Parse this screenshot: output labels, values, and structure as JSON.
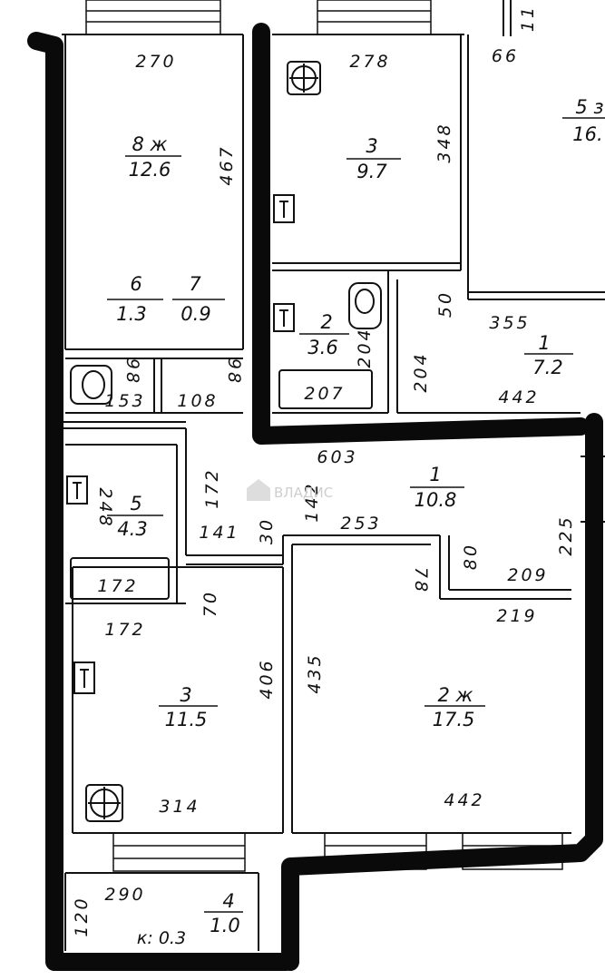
{
  "rooms": {
    "r8_number": "8 ж",
    "r8_area": "12.6",
    "r3_top_number": "3",
    "r3_top_area": "9.7",
    "r5_right_number": "5 з",
    "r5_right_area": "16.",
    "r6_number": "6",
    "r6_area": "1.3",
    "r7_number": "7",
    "r7_area": "0.9",
    "r2_wc_number": "2",
    "r2_wc_area": "3.6",
    "r1_top_number": "1",
    "r1_top_area": "7.2",
    "r5_small_number": "5",
    "r5_small_area": "4.3",
    "r1_hall_number": "1",
    "r1_hall_area": "10.8",
    "r3_bottom_number": "3",
    "r3_bottom_area": "11.5",
    "r2_big_number": "2 ж",
    "r2_big_area": "17.5",
    "r4_number": "4",
    "r4_area": "1.0",
    "balcony_k": "к: 0.3"
  },
  "dimensions": {
    "d270": "270",
    "d278": "278",
    "d66": "66",
    "d11": "11",
    "d467": "467",
    "d348": "348",
    "d50": "50",
    "d355": "355",
    "d204a": "204",
    "d204b": "204",
    "d207": "207",
    "d442_top": "442",
    "d98a": "98",
    "d153": "153",
    "d108": "108",
    "d98b": "98",
    "d603": "603",
    "d172a": "172",
    "d142": "142",
    "d248": "248",
    "d141": "141",
    "d30": "30",
    "d253": "253",
    "d225": "225",
    "d80": "80",
    "d78": "78",
    "d209": "209",
    "d172b": "172",
    "d172c": "172",
    "d70": "70",
    "d219": "219",
    "d406": "406",
    "d435": "435",
    "d314": "314",
    "d442_bottom": "442",
    "d120": "120",
    "d290": "290"
  },
  "watermark": "ВЛАДИС"
}
